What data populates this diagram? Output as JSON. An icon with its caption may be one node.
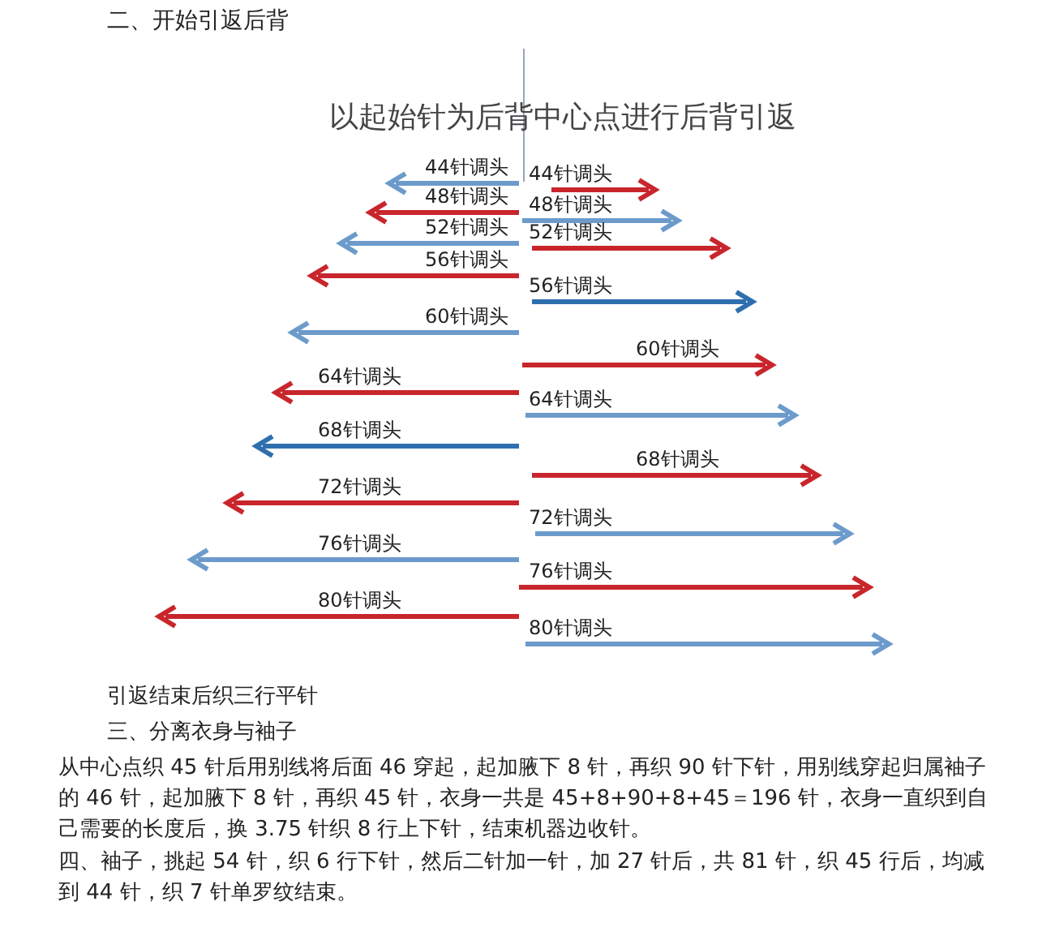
{
  "diagram": {
    "title": "二、开始引返后背",
    "labels": [
      "以起始针为后背中心点进行后背引返",
      "44针调头",
      "44针调头",
      "48针调头",
      "48针调头",
      "52针调头",
      "52针调头",
      "56针调头",
      "56针调头",
      "60针调头",
      "60针调头",
      "64针调头",
      "64针调头",
      "68针调头",
      "68针调头",
      "72针调头",
      "72针调头",
      "76针调头",
      "76针调头",
      "80针调头",
      "80针调头",
      "引返结束后织三行平针",
      "三、分离衣身与袖子",
      "从中心点织 45 针后用别线将后面 46 穿起，起加腋下 8 针，再织 90 针下针，用别线穿起归属袖子的 46 针，起加腋下 8 针，再织 45 针，衣身一共是 45+8+90+8+45＝196 针，衣身一直织到自己需要的长度后，换 3.75 针织 8 行上下针，结束机器边收针。",
      "四、袖子，挑起 54 针，织 6 行下针，然后二针加一针，加 27 针后，共 81 针，织 45 行后，均减到 44 针，织 7 针单罗纹结束。"
    ]
  }
}
